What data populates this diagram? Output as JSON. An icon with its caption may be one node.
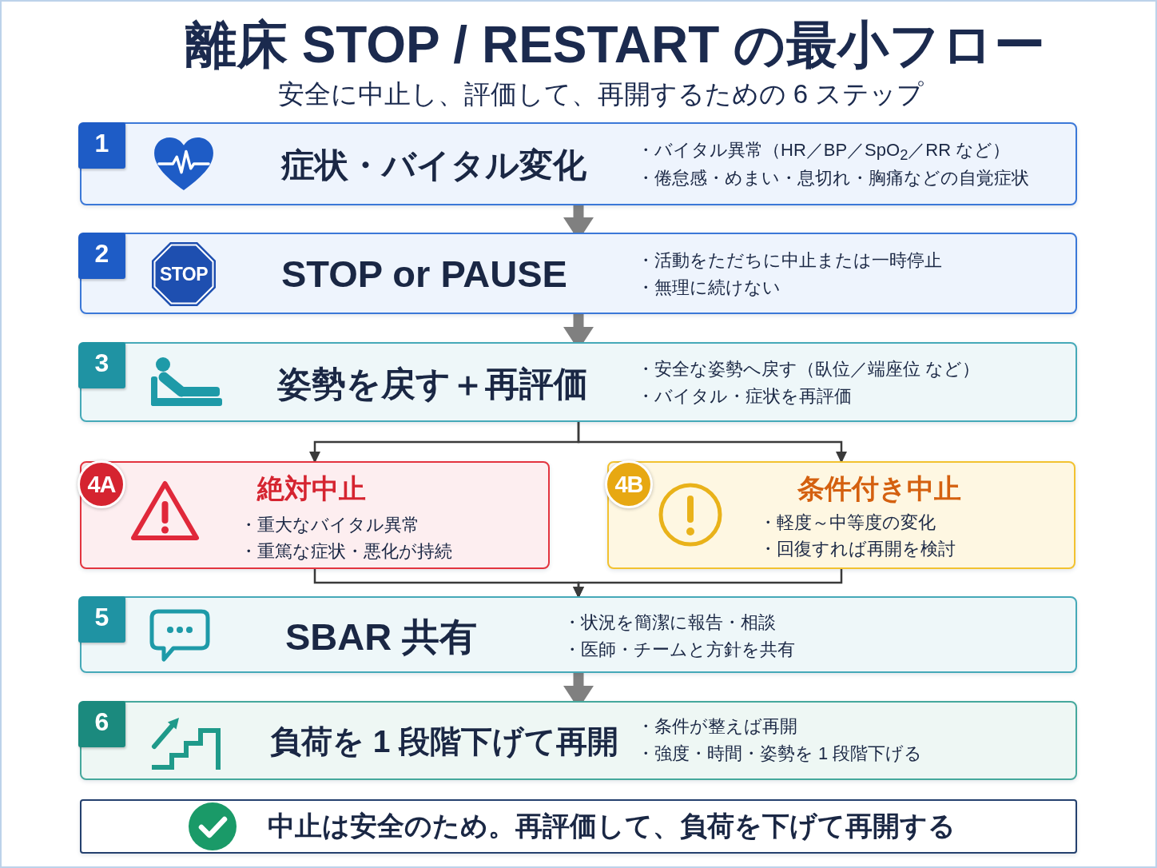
{
  "diagram": {
    "title": "離床 STOP / RESTART の最小フロー",
    "nodes": [
      {
        "text": [
          "1",
          "症状・バイタル変化",
          "・バイタル異常（HR／BP／SpO$_{2}$／RR など）",
          "・倦怠感・めまい・息切れ・胸痛などの自覚症状"
        ]
      },
      {
        "text": [
          "2",
          "STOP or PAUSE",
          "・活動をただちに中止または一時停止",
          "・無理に続けない"
        ]
      },
      {
        "text": [
          "STOP"
        ],
        "in": 1
      },
      {
        "text": [
          "3",
          "姿勢を戻す＋再評価",
          "・安全な姿勢へ戻す（臥位／端座位 など）",
          "・バイタル・症状を再評価"
        ]
      },
      {
        "text": [
          "4A",
          "絶対中止",
          "・重大なバイタル異常",
          "・重篤な症状・悪化が持続"
        ]
      },
      {
        "text": [
          "4B",
          "条件付き中止",
          "・軽度～中等度の変化",
          "・回復すれば再開を検討"
        ]
      },
      {
        "text": [
          "5",
          "SBAR 共有",
          "・状況を簡潔に報告・相談",
          "・医師・チームと方針を共有"
        ]
      },
      {
        "text": [
          "6",
          "負荷を 1 段階下げて再開",
          "・条件が整えば再開",
          "・強度・時間・姿勢を 1 段階下げる"
        ]
      },
      {
        "text": [
          "中止は安全のため。再評価して、負荷を下げて再開する"
        ]
      }
    ],
    "edges": [
      {
        "from": 0,
        "to": 1,
        "arrow": "to",
        "style": "thick",
        "color": "#808080"
      },
      {
        "from": 1,
        "to": 3,
        "arrow": "to",
        "style": "thick",
        "color": "#808080"
      },
      {
        "from": 3,
        "to": 4,
        "arrow": "to"
      },
      {
        "from": 3,
        "to": 5,
        "arrow": "to"
      },
      {
        "from": 4,
        "to": 6,
        "arrow": "to"
      },
      {
        "from": 5,
        "to": 6,
        "arrow": "to"
      },
      {
        "from": 6,
        "to": 7,
        "arrow": "to",
        "style": "thick",
        "color": "#808080"
      }
    ],
    "labels": [
      "安全に中止し、評価して、再開するための 6 ステップ"
    ]
  }
}
